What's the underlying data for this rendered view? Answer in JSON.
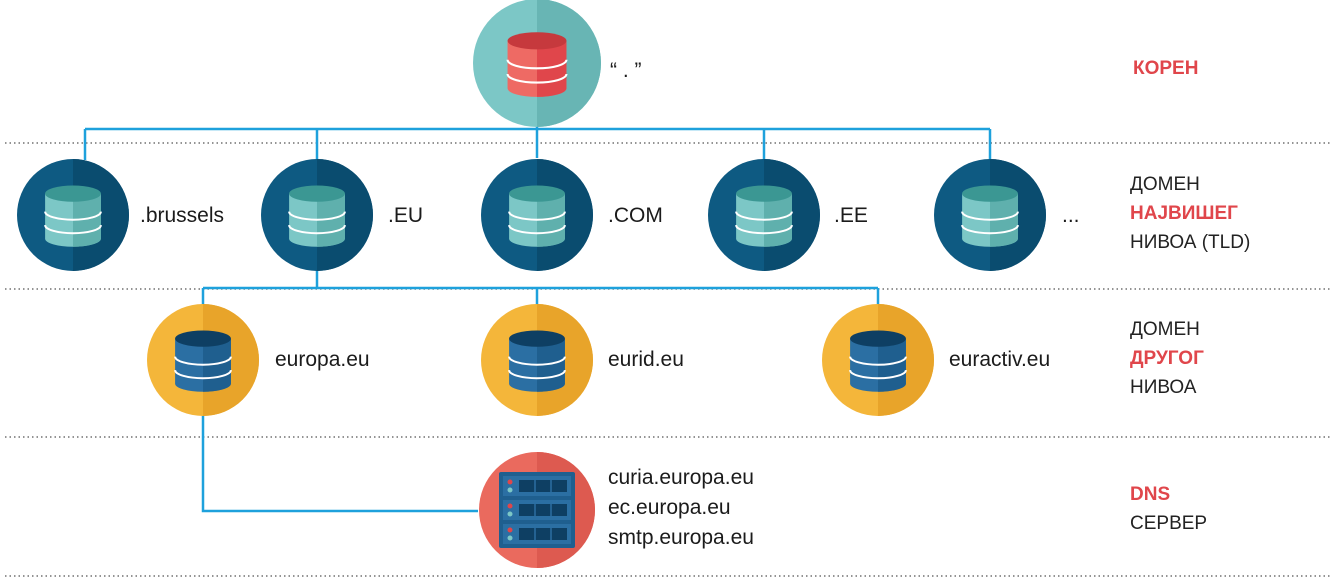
{
  "root": {
    "label": "“ . ”"
  },
  "tld_nodes": [
    {
      "label": ".brussels"
    },
    {
      "label": ".EU"
    },
    {
      "label": ".COM"
    },
    {
      "label": ".EE"
    },
    {
      "label": "..."
    }
  ],
  "sld_nodes": [
    {
      "label": "europa.eu"
    },
    {
      "label": "eurid.eu"
    },
    {
      "label": "euractiv.eu"
    }
  ],
  "dns_server": {
    "hosts": [
      "curia.europa.eu",
      "ec.europa.eu",
      "smtp.europa.eu"
    ]
  },
  "levels": {
    "root": {
      "emphasis": "КОРЕН"
    },
    "tld": {
      "line1": "ДОМЕН",
      "emphasis": "НАЈВИШЕГ",
      "line3": "НИВОА (TLD)"
    },
    "sld": {
      "line1": "ДОМЕН",
      "emphasis": "ДРУГОГ",
      "line3": "НИВОА"
    },
    "dns": {
      "emphasis": "DNS",
      "line2": "СЕРВЕР"
    }
  },
  "colors": {
    "connector": "#1ea1dc",
    "divider": "#555555",
    "root_circle": "#7cc7c6",
    "root_db": "#e0464b",
    "tld_circle": "#0e5a82",
    "tld_db": "#7cc7c6",
    "sld_circle": "#f4b63a",
    "sld_db": "#1f5f8f",
    "dns_circle": "#ea6a5e",
    "dns_server": "#1f5f8f",
    "emphasis": "#e0464b"
  },
  "icons": [
    "database-icon",
    "server-rack-icon"
  ]
}
